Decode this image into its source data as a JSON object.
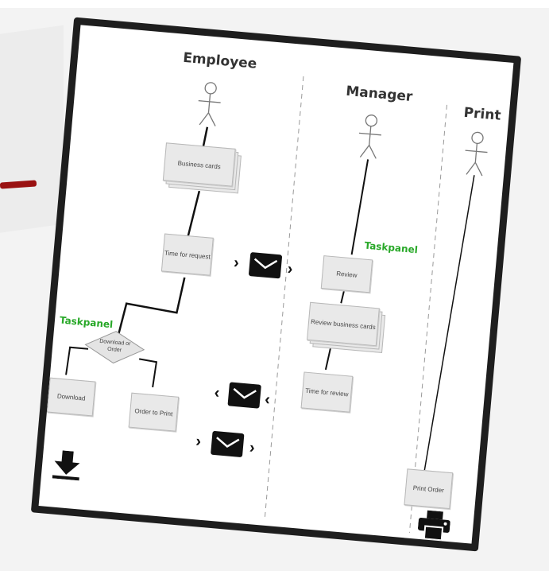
{
  "lanes": [
    {
      "title": "Employee"
    },
    {
      "title": "Manager"
    },
    {
      "title": "Print"
    }
  ],
  "nodes": {
    "business_cards": "Business cards",
    "time_request": "Time for request",
    "decision": "Download or Order",
    "download": "Download",
    "order_print": "Order to Print",
    "review": "Review",
    "review_cards": "Review business cards",
    "time_review": "Time for review",
    "print_order": "Print Order"
  },
  "labels": {
    "taskpanel_manager": "Taskpanel",
    "taskpanel_employee": "Taskpanel"
  },
  "icons": [
    "actor-icon",
    "envelope-icon",
    "chevron-icon",
    "printer-icon",
    "download-arrow-icon"
  ],
  "colors": {
    "border": "#1e1e1e",
    "taskpanel": "#28a828",
    "box_fill": "#e9e9e9",
    "accent_red": "#9a1212"
  }
}
